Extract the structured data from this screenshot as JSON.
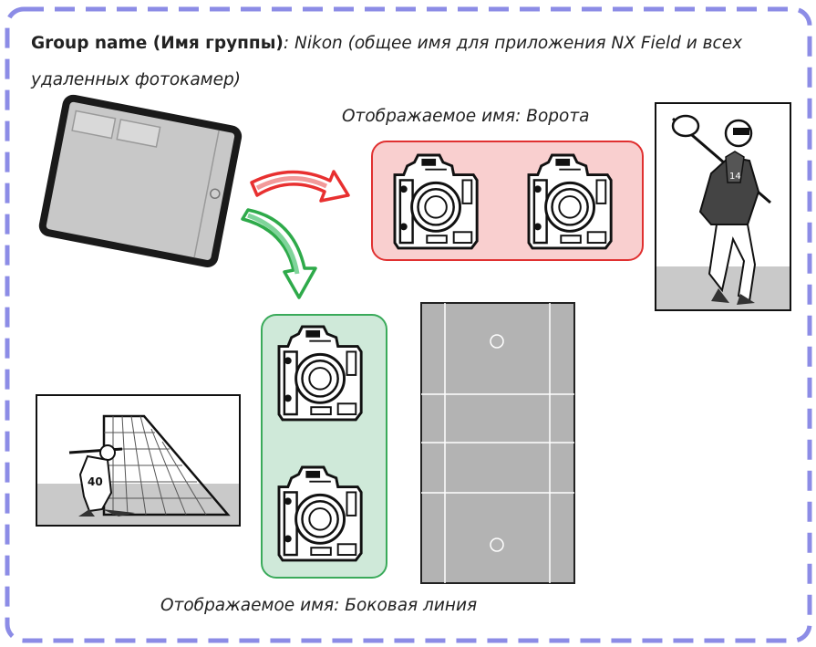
{
  "header": {
    "group_label": "Group name (Имя группы)",
    "group_value_line1": ": Nikon (общее имя для приложения NX Field и всех",
    "group_value_line2": "удаленных фотокамер)"
  },
  "groups": [
    {
      "display_label": "Отображаемое имя: Ворота",
      "color": "#f9cfcf",
      "border": "#e03030"
    },
    {
      "display_label": "Отображаемое имя: Боковая линия",
      "color": "#cfe9d9",
      "border": "#3aaa5a"
    }
  ],
  "colors": {
    "frame_dash": "#8c8ce6",
    "arrow_red": "#e83030",
    "arrow_green": "#2eaa4a",
    "field_gray": "#b3b3b3"
  },
  "icons": [
    "tablet-icon",
    "camera-icon",
    "lacrosse-player-icon",
    "goalkeeper-icon",
    "lacrosse-field-icon"
  ]
}
